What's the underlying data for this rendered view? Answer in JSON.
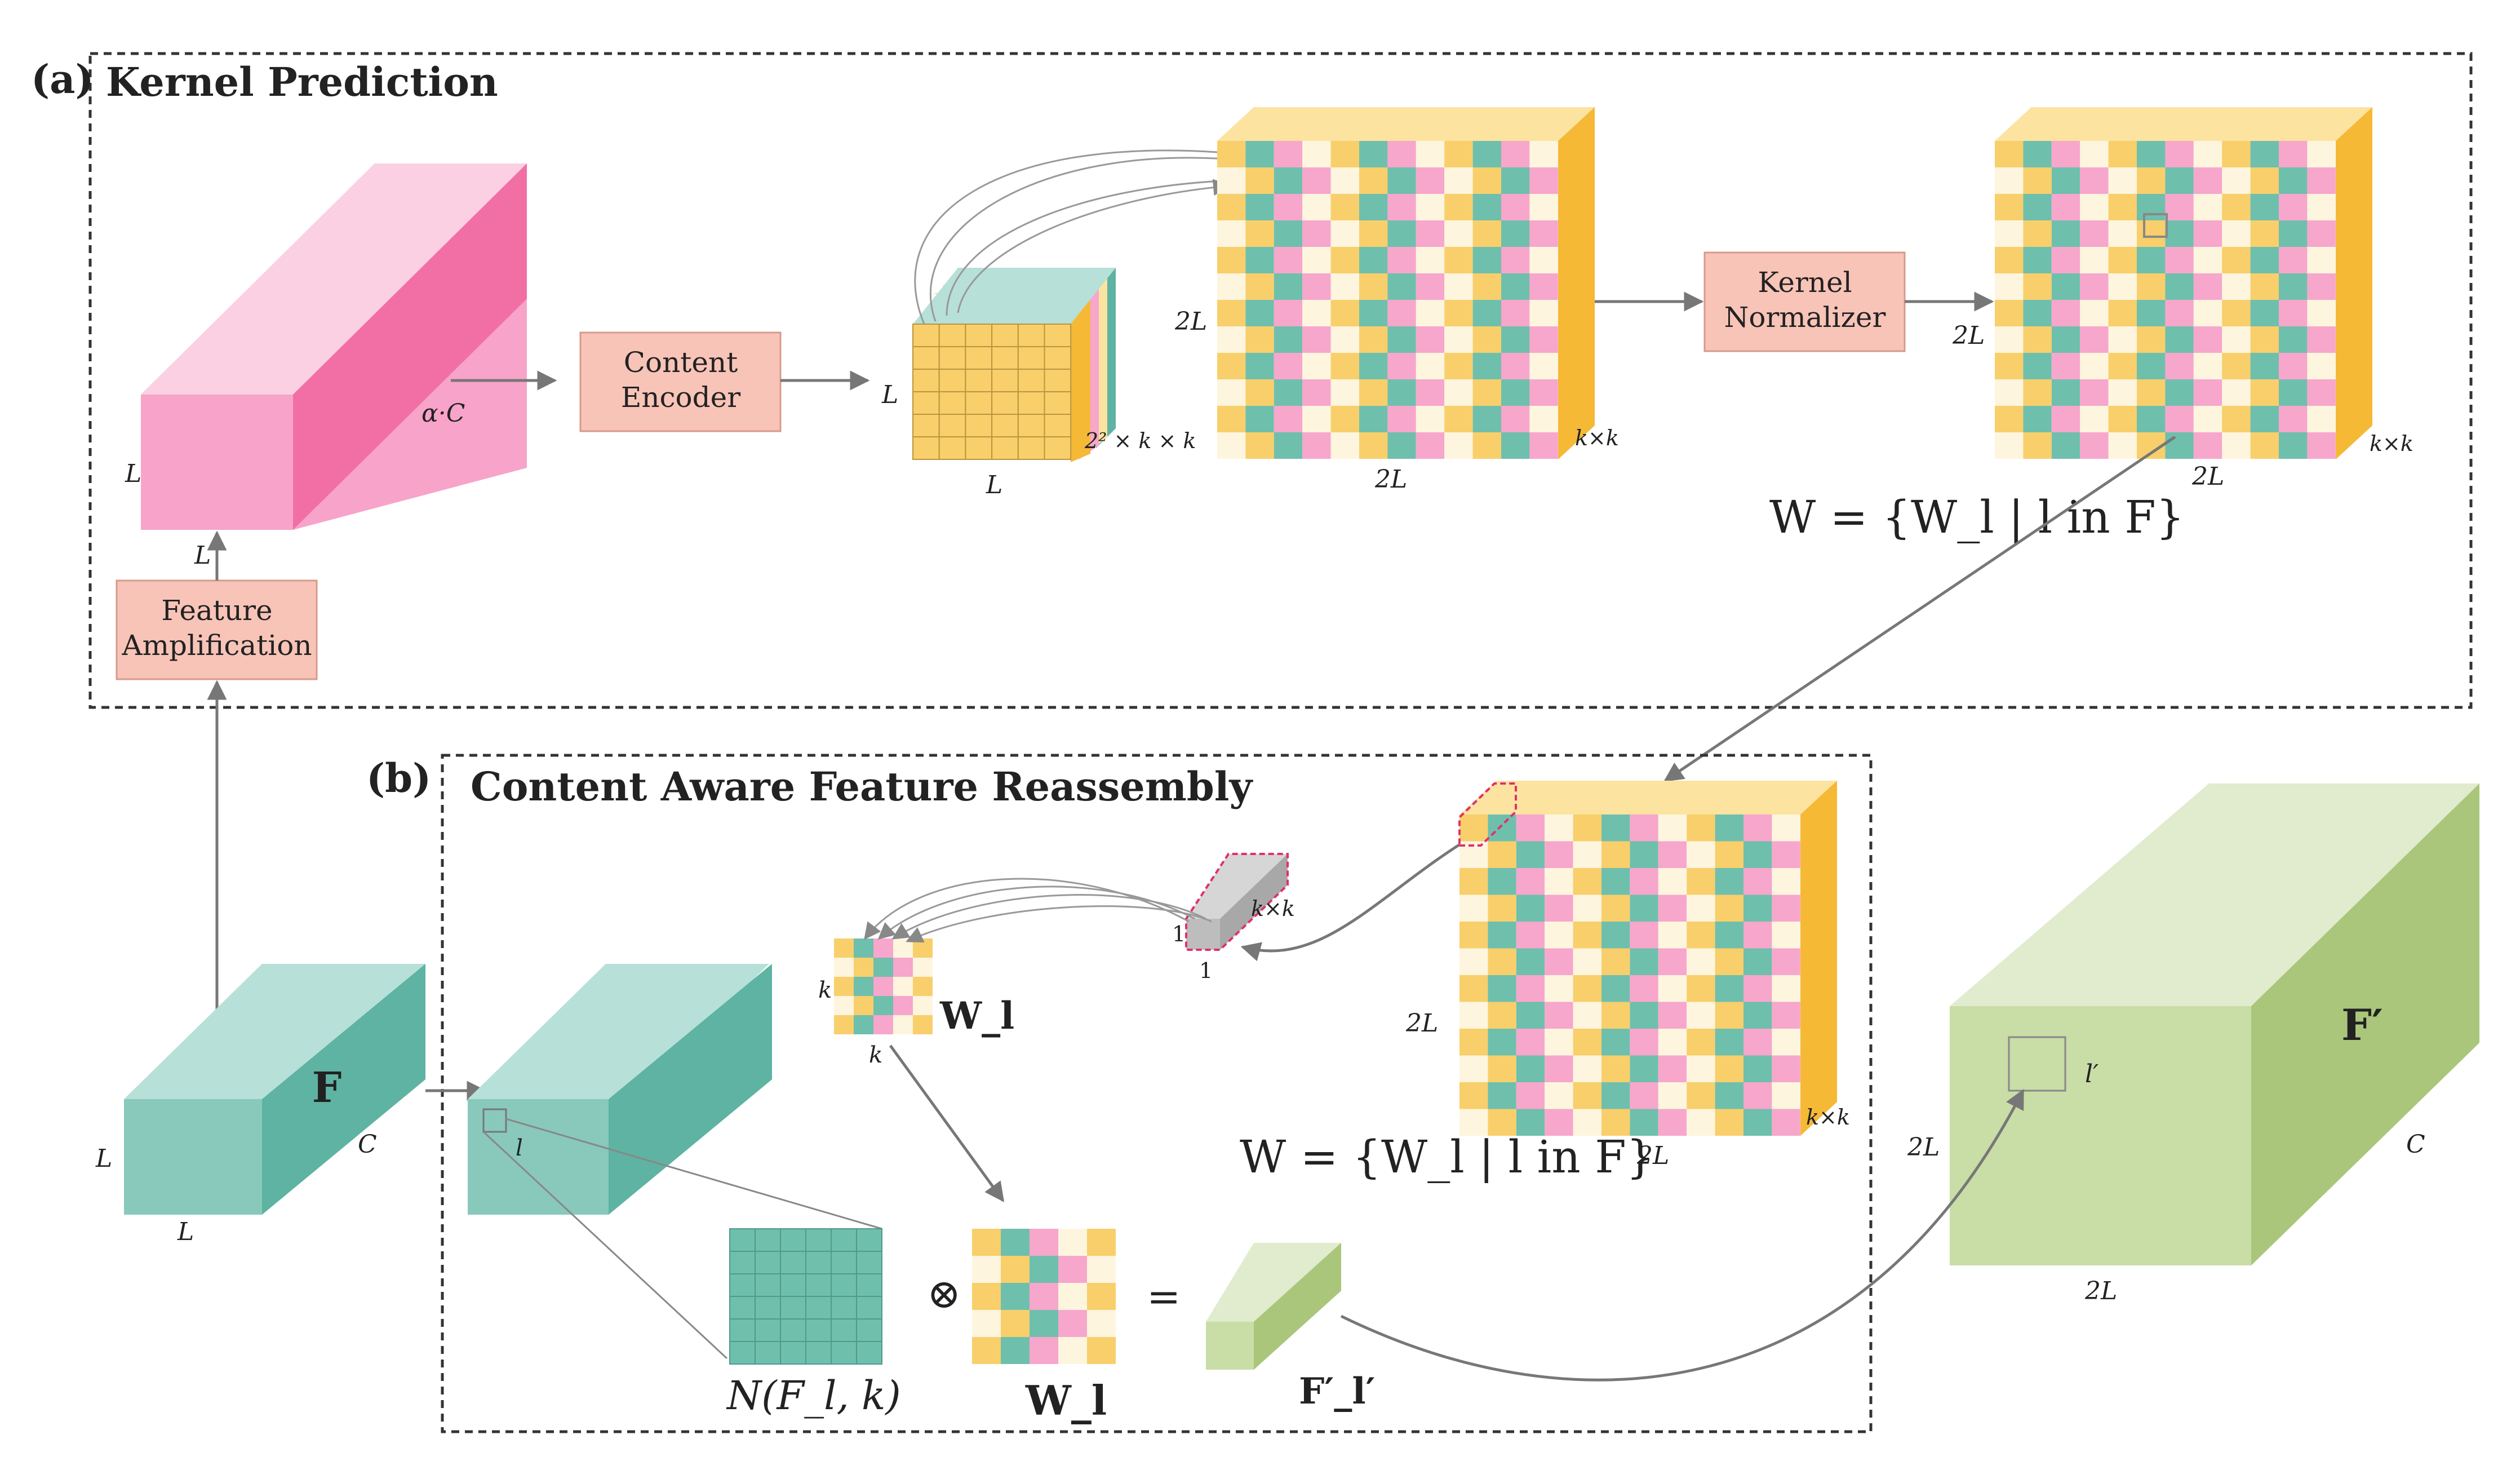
{
  "panel_a": {
    "tag": "(a)",
    "title": "Kernel Prediction",
    "feature_amplification": [
      "Feature",
      "Amplification"
    ],
    "content_encoder": [
      "Content",
      "Encoder"
    ],
    "kernel_normalizer": [
      "Kernel",
      "Normalizer"
    ],
    "dims": {
      "pink_L_left": "L",
      "pink_alphaC": "α·C",
      "pink_L_bottom": "L",
      "grid_L_left": "L",
      "grid_L_bottom": "L",
      "grid_depth": "2² × k × k",
      "big1_2L_left": "2L",
      "big1_2L_bottom": "2L",
      "big1_kk": "k×k",
      "big2_2L_left": "2L",
      "big2_2L_bottom": "2L",
      "big2_kk": "k×k"
    },
    "equation": "W = {W_l | l in F}"
  },
  "panel_b": {
    "tag": "(b)",
    "title": "Content Aware Feature Reassembly",
    "dims": {
      "F_label": "F",
      "F_L_left": "L",
      "F_L_bottom": "L",
      "F_C": "C",
      "copy_l": "l",
      "small_k_left": "k",
      "small_k_bottom": "k",
      "Wl": "W_l",
      "vec_kk": "k×k",
      "vec_1a": "1",
      "vec_1b": "1",
      "big_2L_left": "2L",
      "big_2L_bottom": "2L",
      "big_kk": "k×k"
    },
    "equation": "W = {W_l | l in F}",
    "formula": {
      "neighborhood": "N(F_l, k)",
      "otimes": "⊗",
      "kernel": "W_l",
      "equals": "=",
      "result": "F′_l′"
    }
  },
  "output": {
    "label": "F′",
    "l_prime": "l′",
    "dim_left": "2L",
    "dim_bottom": "2L",
    "dim_C": "C"
  },
  "colors": {
    "pink_front": "#f8a3c9",
    "pink_top": "#fbd0e3",
    "pink_side": "#f26fa6",
    "teal_front": "#88c9bb",
    "teal_top": "#b7e0d9",
    "teal_side": "#5eb3a2",
    "green_front": "#c9dda7",
    "green_top": "#e1ebcd",
    "green_side": "#a9c67b",
    "kernel_box": "#f8c4b8",
    "cell_yellow": "#f8cf6b",
    "cell_teal": "#6fbfad",
    "cell_pink": "#f7a6cc",
    "cell_cream": "#fdf5de",
    "orange_side": "#f6b936",
    "cream_top": "#fde3a0"
  }
}
